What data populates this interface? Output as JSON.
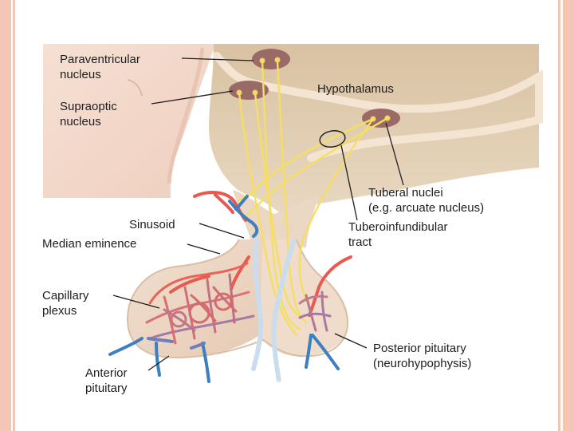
{
  "diagram": {
    "labels": {
      "paraventricular_1": "Paraventricular",
      "paraventricular_2": "nucleus",
      "supraoptic_1": "Supraoptic",
      "supraoptic_2": "nucleus",
      "hypothalamus": "Hypothalamus",
      "tuberal_1": "Tuberal nuclei",
      "tuberal_2": "(e.g. arcuate nucleus)",
      "tuberoinf_1": "Tuberoinfundibular",
      "tuberoinf_2": "tract",
      "sinusoid": "Sinusoid",
      "median_eminence": "Median eminence",
      "capillary_1": "Capillary",
      "capillary_2": "plexus",
      "posterior_1": "Posterior pituitary",
      "posterior_2": "(neurohypophysis)",
      "anterior_1": "Anterior",
      "anterior_2": "pituitary"
    },
    "colors": {
      "tissue_light": "#f3dbcd",
      "tissue_pituitary": "#efd9c7",
      "hypothalamus_fill": "#e0cbb0",
      "nucleus_fill": "#9a6a67",
      "nucleus_dot": "#f2d36a",
      "axon": "#f4df62",
      "artery": "#e85a4f",
      "vein": "#3e7fc0",
      "portal_vein": "#c9ddef",
      "leader": "#1d1d1d",
      "frame": "#f3c6b5"
    }
  }
}
